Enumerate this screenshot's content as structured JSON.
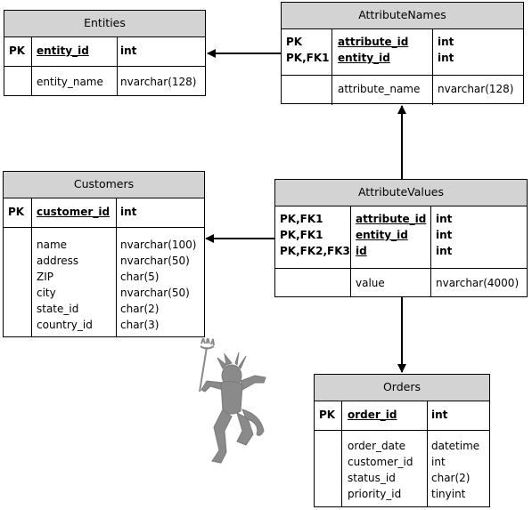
{
  "entities": {
    "title": "Entities",
    "pk_key": "PK",
    "pk_name": "entity_id",
    "pk_type": "int",
    "col_names": [
      "entity_name"
    ],
    "col_types": [
      "nvarchar(128)"
    ]
  },
  "attribute_names": {
    "title": "AttributeNames",
    "pk_keys": [
      "PK",
      "PK,FK1"
    ],
    "pk_names": [
      "attribute_id",
      "entity_id"
    ],
    "pk_types": [
      "int",
      "int"
    ],
    "col_names": [
      "attribute_name"
    ],
    "col_types": [
      "nvarchar(128)"
    ]
  },
  "customers": {
    "title": "Customers",
    "pk_key": "PK",
    "pk_name": "customer_id",
    "pk_type": "int",
    "col_names": [
      "name",
      "address",
      "ZIP",
      "city",
      "state_id",
      "country_id"
    ],
    "col_types": [
      "nvarchar(100)",
      "nvarchar(50)",
      "char(5)",
      "nvarchar(50)",
      "char(2)",
      "char(3)"
    ]
  },
  "attribute_values": {
    "title": "AttributeValues",
    "pk_keys": [
      "PK,FK1",
      "PK,FK1",
      "PK,FK2,FK3"
    ],
    "pk_names": [
      "attribute_id",
      "entity_id",
      "id"
    ],
    "pk_types": [
      "int",
      "int",
      "int"
    ],
    "col_names": [
      "value"
    ],
    "col_types": [
      "nvarchar(4000)"
    ]
  },
  "orders": {
    "title": "Orders",
    "pk_key": "PK",
    "pk_name": "order_id",
    "pk_type": "int",
    "col_names": [
      "order_date",
      "customer_id",
      "status_id",
      "priority_id"
    ],
    "col_types": [
      "datetime",
      "int",
      "char(2)",
      "tinyint"
    ]
  }
}
